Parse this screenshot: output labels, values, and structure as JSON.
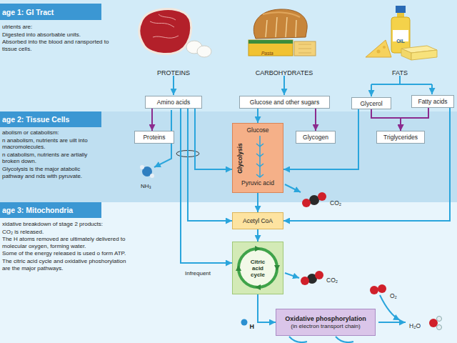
{
  "diagram": {
    "nodes": [
      {
        "text": [
          "age 1: GI Tract"
        ]
      },
      {
        "text": [
          "age 2: Tissue Cells"
        ]
      },
      {
        "text": [
          "age 3: Mitochondria"
        ]
      },
      {
        "text": [
          "Amino acids"
        ]
      },
      {
        "text": [
          "Glucose and other sugars"
        ]
      },
      {
        "text": [
          "Glycerol"
        ]
      },
      {
        "text": [
          "Fatty acids"
        ]
      },
      {
        "text": [
          "Proteins"
        ]
      },
      {
        "text": [
          "Glucose",
          "Glycolysis",
          "Pyruvic acid"
        ]
      },
      {
        "text": [
          "Glycogen"
        ]
      },
      {
        "text": [
          "Triglycerides"
        ]
      },
      {
        "text": [
          "Acetyl CoA"
        ]
      },
      {
        "text": [
          "Citric acid cycle"
        ]
      },
      {
        "text": [
          "Oxidative phosphorylation",
          "(in electron transport chain)"
        ]
      }
    ],
    "edges": [
      {
        "from": 3,
        "to": 7,
        "arrow": "to"
      },
      {
        "from": 3,
        "to": 8,
        "arrow": "to"
      },
      {
        "from": 3,
        "to": 11,
        "arrow": "to"
      },
      {
        "from": 3,
        "to": 12,
        "label": "Infrequent",
        "arrow": "to"
      },
      {
        "from": 4,
        "to": 8,
        "arrow": "to"
      },
      {
        "from": 4,
        "to": 9,
        "arrow": "to"
      },
      {
        "from": 5,
        "to": 10,
        "arrow": "to"
      },
      {
        "from": 6,
        "to": 10,
        "arrow": "to"
      },
      {
        "from": 5,
        "to": 8,
        "arrow": "to"
      },
      {
        "from": 6,
        "to": 11,
        "arrow": "to"
      },
      {
        "from": 8,
        "to": 11,
        "arrow": "to"
      },
      {
        "from": 11,
        "to": 12,
        "arrow": "to"
      },
      {
        "from": 12,
        "to": 13,
        "label": "H",
        "arrow": "to"
      }
    ],
    "labels": [
      "PROTEINS",
      "Pasta",
      "CARBOHYDRATES",
      "OIL",
      "FATS",
      "utrients are:",
      "Digested into absorbable units.",
      "Absorbed into the blood and ransported to tissue cells.",
      "abolism or catabolism:",
      "n anabolism, nutrients are uilt into macromolecules.",
      "n catabolism, nutrients are artially broken down.",
      "Glycolysis is the major atabolic pathway and nds with pyruvate.",
      "xidative breakdown of stage 2 products:",
      "CO₂ is released.",
      "The H atoms removed are ultimately delivered to molecular oxygen, forming water.",
      "Some of the energy released is used o form ATP.",
      "The citric acid cycle and oxidative phoshorylation are the major pathways.",
      "NH₃",
      "CO₂",
      "CO₂",
      "O₂",
      "H₂O"
    ]
  }
}
